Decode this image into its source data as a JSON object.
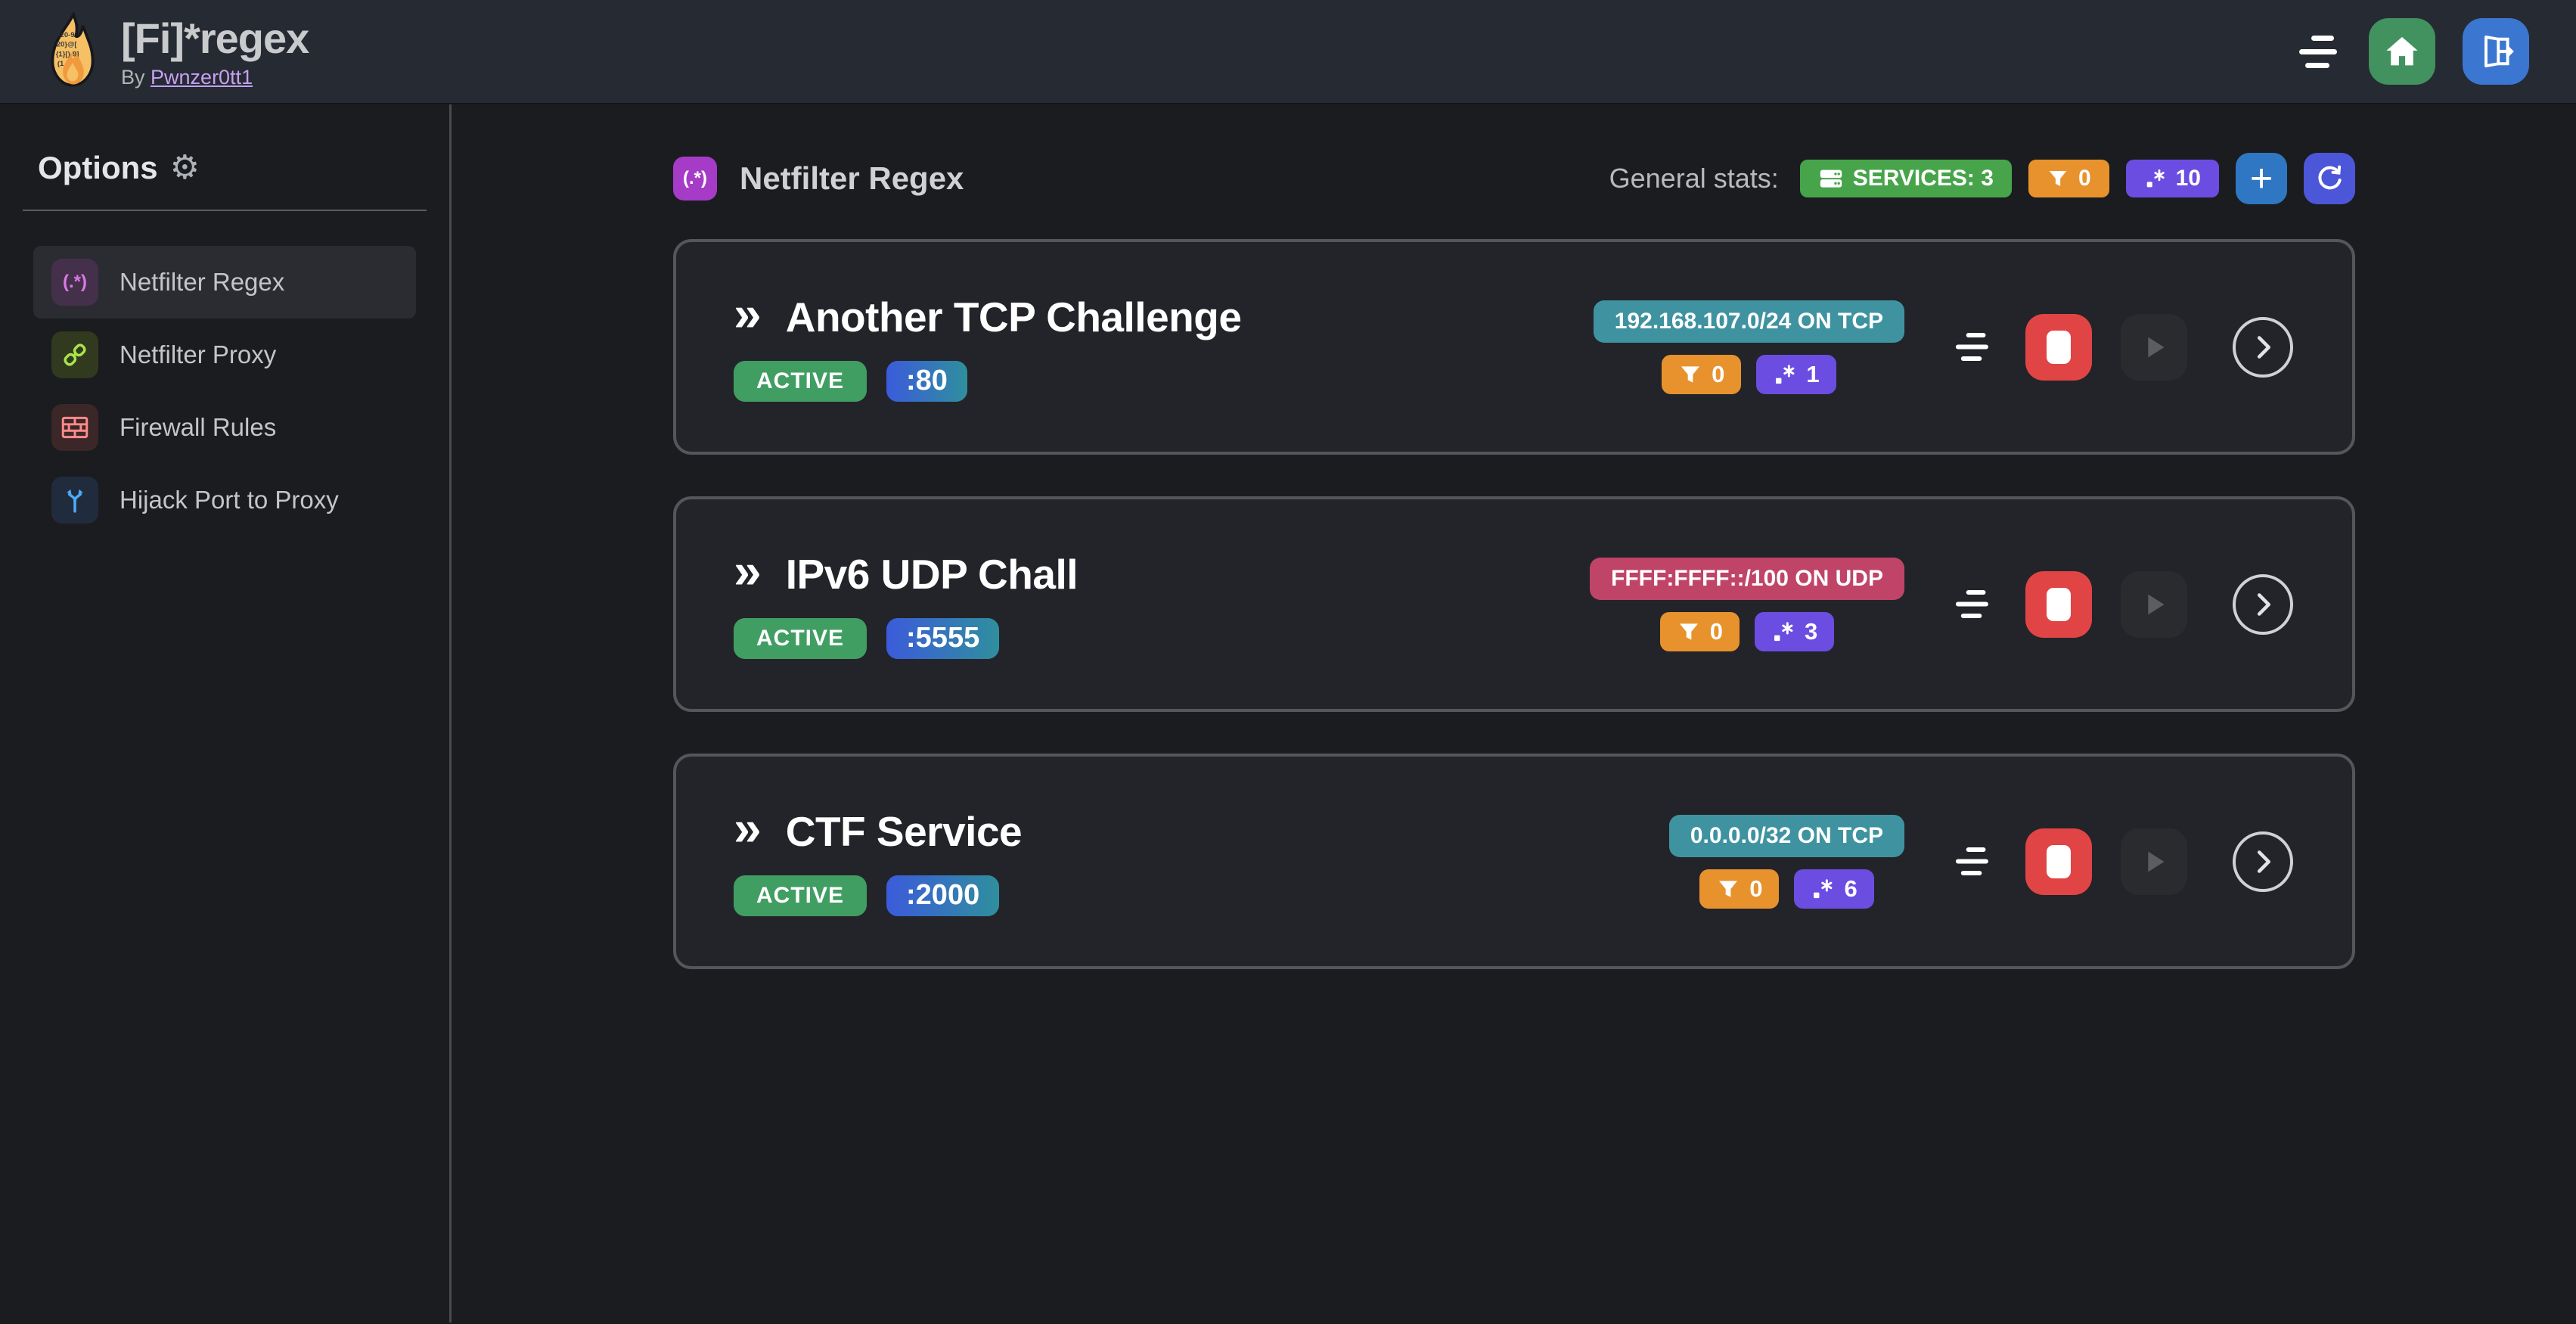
{
  "colors": {
    "teal_badge": "#3f93a1",
    "pink_badge": "#c04468",
    "green_services_badge": "#47a44b",
    "orange_badge": "#e8922e",
    "violet_badge": "#6b4de2",
    "active_badge": "#419e62",
    "stop_red": "#e14444",
    "add_blue": "#2f77c2",
    "refresh_indigo": "#4c56d8",
    "home_green": "#41925f",
    "logout_blue": "#3b76d1",
    "header_bg": "#262a33",
    "page_bg": "#1b1c1f",
    "card_bg": "#232429"
  },
  "icons": {
    "gear": "⚙",
    "double_chevron": "»",
    "plus": "+",
    "regex_sidebar_glyph": "(.*)",
    "regex_page_glyph": "(.*)"
  },
  "header": {
    "title": "[Fi]*regex",
    "by_label": "By",
    "author_link": "Pwnzer0tt1"
  },
  "sidebar": {
    "heading": "Options",
    "items": [
      {
        "label": "Netfilter Regex",
        "icon": "regex-icon",
        "active": true
      },
      {
        "label": "Netfilter Proxy",
        "icon": "proxy-plug-icon",
        "active": false
      },
      {
        "label": "Firewall Rules",
        "icon": "brick-wall-icon",
        "active": false
      },
      {
        "label": "Hijack Port to Proxy",
        "icon": "split-arrows-icon",
        "active": false
      }
    ]
  },
  "main": {
    "page_title": "Netfilter Regex",
    "stats_label": "General stats:",
    "stats": {
      "services": "SERVICES: 3",
      "filtered": "0",
      "regexes": "10"
    },
    "services": [
      {
        "name": "Another TCP Challenge",
        "status": "ACTIVE",
        "port": ":80",
        "network": "192.168.107.0/24 ON TCP",
        "network_bg": "#3f93a1",
        "filtered": "0",
        "regexes": "1"
      },
      {
        "name": "IPv6 UDP Chall",
        "status": "ACTIVE",
        "port": ":5555",
        "network": "FFFF:FFFF::/100 ON UDP",
        "network_bg": "#c04468",
        "filtered": "0",
        "regexes": "3"
      },
      {
        "name": "CTF Service",
        "status": "ACTIVE",
        "port": ":2000",
        "network": "0.0.0.0/32 ON TCP",
        "network_bg": "#3f93a1",
        "filtered": "0",
        "regexes": "6"
      }
    ]
  }
}
